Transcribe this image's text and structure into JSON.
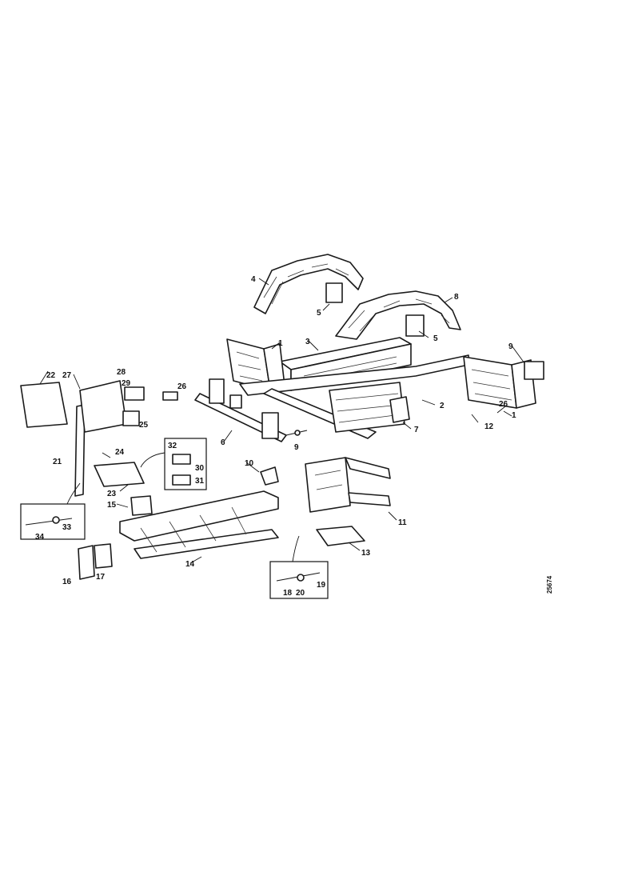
{
  "diagram": {
    "reference_code": "25674",
    "callouts": [
      "1",
      "2",
      "3",
      "4",
      "5",
      "6",
      "7",
      "8",
      "9",
      "10",
      "11",
      "12",
      "13",
      "14",
      "15",
      "16",
      "17",
      "18",
      "19",
      "20",
      "21",
      "22",
      "23",
      "24",
      "25",
      "26",
      "27",
      "28",
      "29",
      "30",
      "31",
      "32",
      "33",
      "34"
    ]
  }
}
